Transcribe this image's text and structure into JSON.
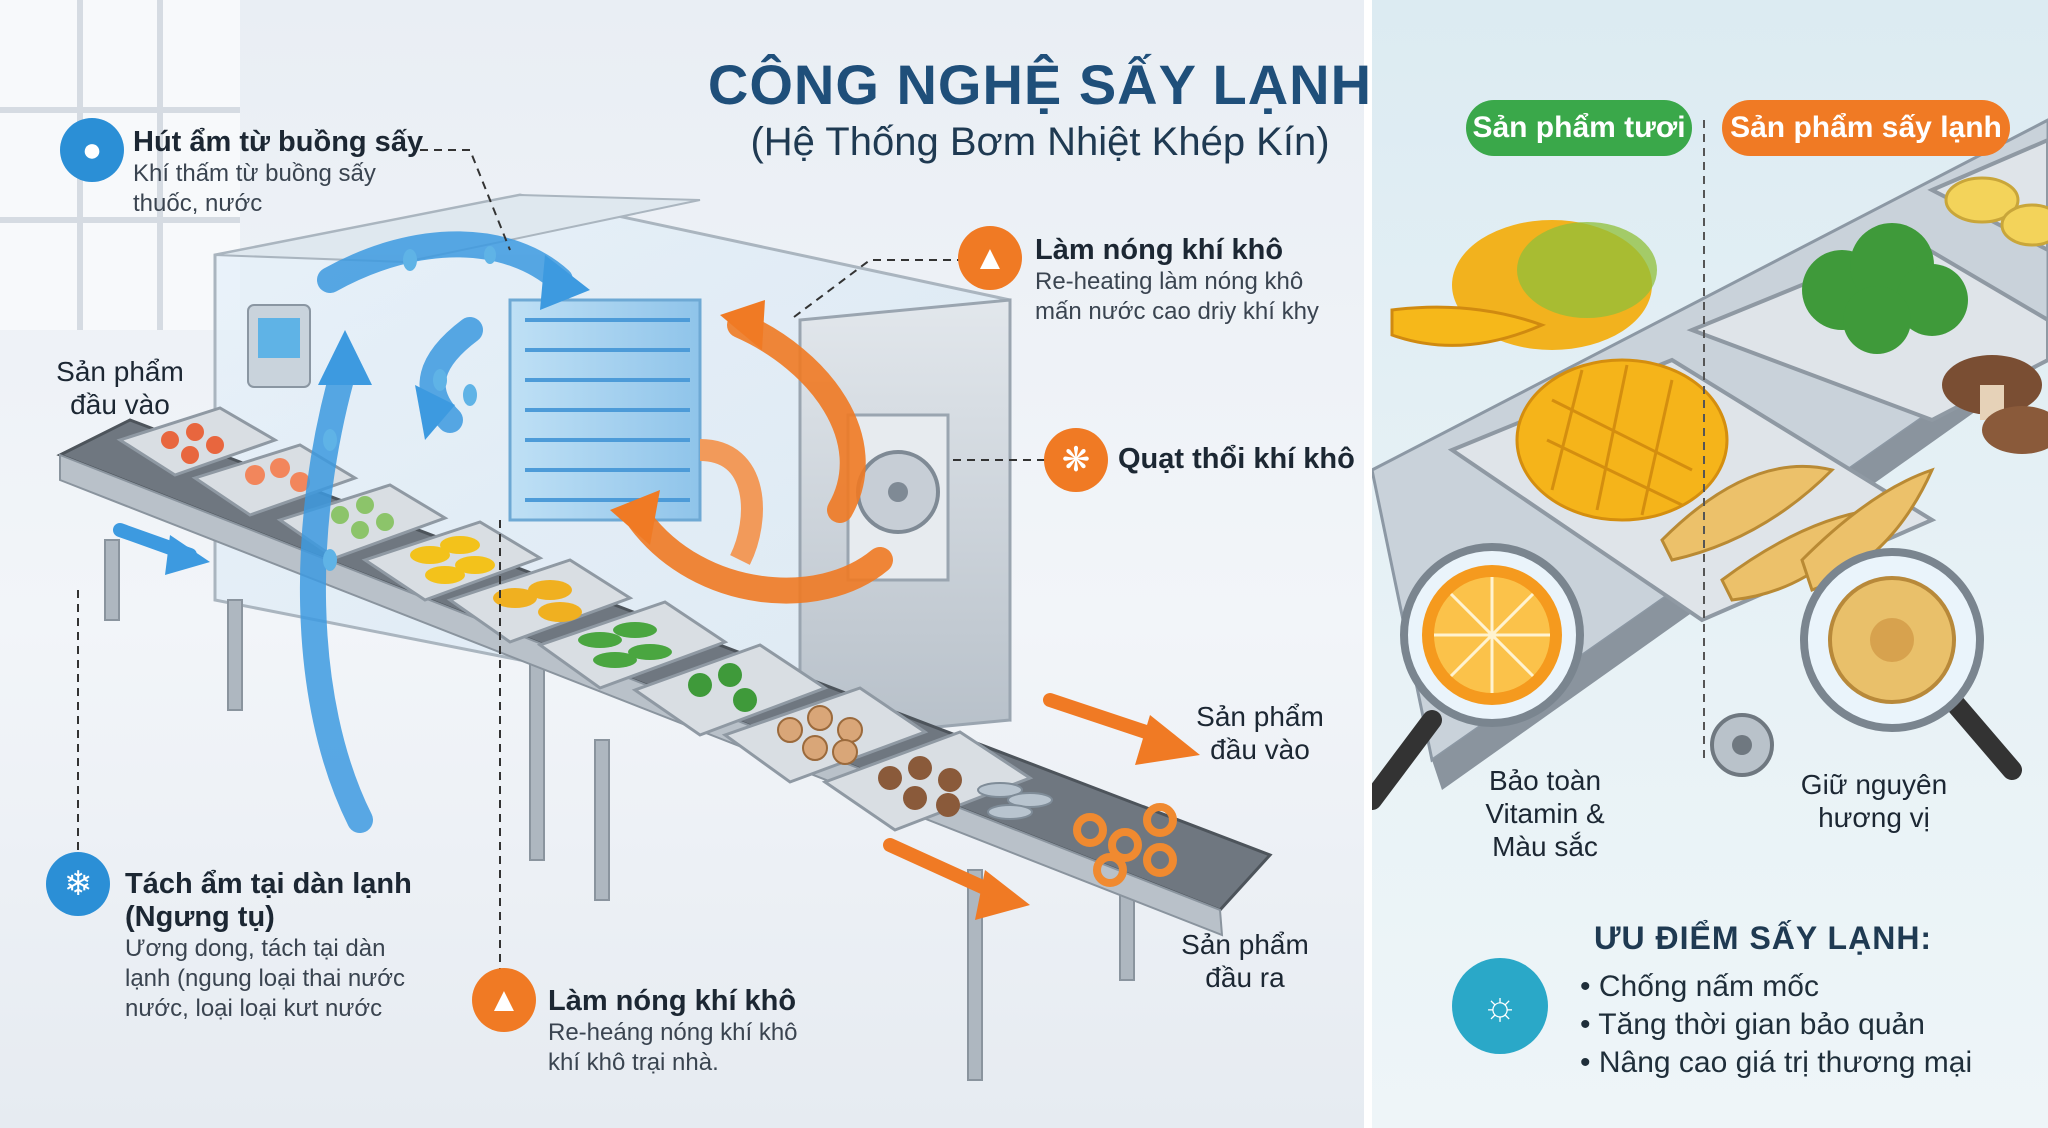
{
  "header": {
    "title": "CÔNG NGHỆ SẤY LẠNH",
    "subtitle": "(Hệ Thống Bơm Nhiệt Khép Kín)"
  },
  "callouts": {
    "dehumidify": {
      "heading": "Hút ẩm từ buồng sấy",
      "line1": "Khí thấm từ buồng sấy",
      "line2": "thuốc, nước"
    },
    "reheat_top": {
      "heading": "Làm nóng khí khô",
      "line1": "Re-heating làm nóng khô",
      "line2": "mấn nước cao driy khí khy"
    },
    "fan": {
      "heading": "Quạt thổi khí khô"
    },
    "condense": {
      "heading": "Tách ẩm tại dàn lạnh",
      "heading2": "(Ngưng tụ)",
      "line1": "Ương dong, tách tại dàn",
      "line2": "lạnh (ngung loại thai nước",
      "line3": "nước, loại loại kưt nước"
    },
    "reheat_bottom": {
      "heading": "Làm nóng khí khô",
      "line1": "Re-heáng nóng khí khô",
      "line2": "khí khô trại nhà."
    },
    "input_left": {
      "line1": "Sản phẩm",
      "line2": "đầu vào"
    },
    "input_right": {
      "line1": "Sản phẩm",
      "line2": "đầu vào"
    },
    "output": {
      "line1": "Sản phẩm",
      "line2": "đầu ra"
    }
  },
  "right_panel": {
    "fresh_label": "Sản phẩm tươi",
    "dried_label": "Sản phẩm sấy lạnh",
    "vitamin": {
      "line1": "Bảo toàn",
      "line2": "Vitamin &",
      "line3": "Màu sắc"
    },
    "flavor": {
      "line1": "Giữ nguyên",
      "line2": "hương vị"
    },
    "advantages_title": "ƯU ĐIỂM SẤY LẠNH:",
    "advantages": [
      "Chống nấm mốc",
      "Tăng thời gian bảo quản",
      "Nâng cao giá trị thương mại"
    ]
  },
  "icons": {
    "dehumidify": "water-drop-icon",
    "reheat": "flame-icon",
    "fan": "fan-icon",
    "condense": "snowflake-icon",
    "advantages": "shield-icon"
  },
  "colors": {
    "title": "#1f4f7a",
    "cold_flow": "#2b8fd6",
    "hot_flow": "#f07a24",
    "fresh_pill": "#3aa84a",
    "dried_pill": "#f07a24"
  }
}
